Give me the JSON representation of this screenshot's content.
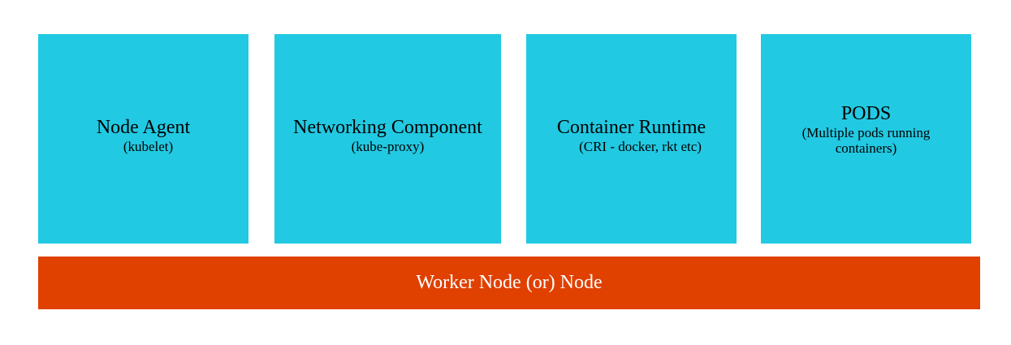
{
  "colors": {
    "component_fill": "#22c9e2",
    "base_fill": "#e04000",
    "component_text": "#000000",
    "base_text": "#ffffff"
  },
  "components": [
    {
      "title": "Node Agent",
      "subtitle": "(kubelet)"
    },
    {
      "title": "Networking Component",
      "subtitle": "(kube-proxy)"
    },
    {
      "title": "Container Runtime",
      "subtitle": "(CRI - docker, rkt etc)"
    },
    {
      "title": "PODS",
      "subtitle": "(Multiple pods running containers)"
    }
  ],
  "base": {
    "label": "Worker Node (or) Node"
  }
}
